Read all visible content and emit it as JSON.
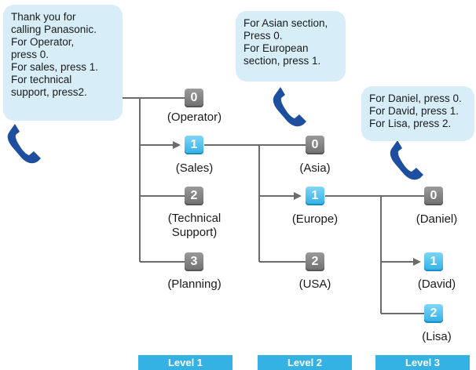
{
  "bubbles": {
    "main": [
      "Thank you for",
      "calling Panasonic.",
      "For Operator,",
      "press 0.",
      "For sales, press 1.",
      "For technical",
      "support, press2."
    ],
    "region": [
      "For Asian section,",
      "Press 0.",
      "For European",
      "section, press 1."
    ],
    "staff": [
      "For Daniel, press 0.",
      "For David, press 1.",
      "For Lisa, press 2."
    ]
  },
  "icons": {
    "phone": "phone-handset-icon",
    "arrow": "arrow-right-icon"
  },
  "colors": {
    "bubble": "#d7eef8",
    "key_selected": "#30aee5",
    "key_default": "#7a7a7a",
    "level_bar": "#35b2e4",
    "phone": "#1d4f9e"
  },
  "level1": {
    "keys": [
      "0",
      "1",
      "2",
      "3"
    ],
    "labels": [
      "(Operator)",
      "(Sales)",
      "(Technical",
      "Support)",
      "(Planning)"
    ],
    "bar": "Level 1"
  },
  "level2": {
    "keys": [
      "0",
      "1",
      "2"
    ],
    "labels": [
      "(Asia)",
      "(Europe)",
      "(USA)"
    ],
    "bar": "Level 2"
  },
  "level3": {
    "keys": [
      "0",
      "1",
      "2"
    ],
    "labels": [
      "(Daniel)",
      "(David)",
      "(Lisa)"
    ],
    "bar": "Level 3"
  }
}
